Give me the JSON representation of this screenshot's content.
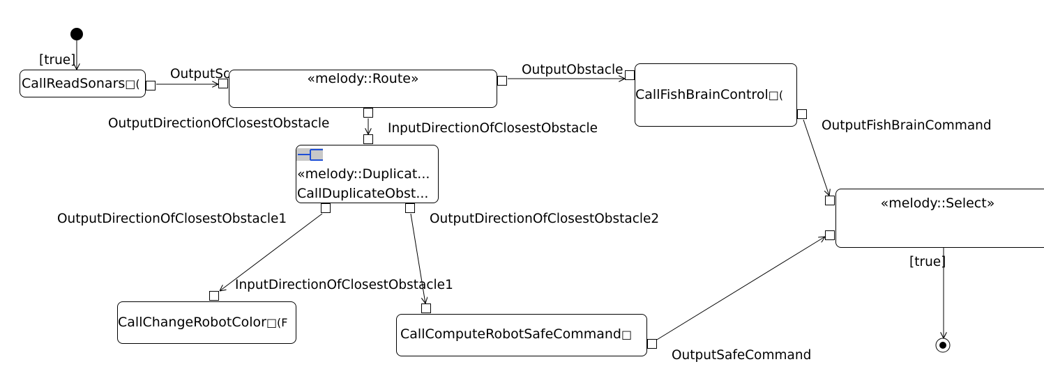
{
  "nodes": {
    "read_sonars": {
      "name": "CallReadSonars",
      "suffix": "□("
    },
    "route": {
      "stereotype": "«melody::Route»"
    },
    "fish_brain": {
      "name": "CallFishBrainControl",
      "suffix": "□("
    },
    "duplicate": {
      "stereotype": "«melody::Duplicat...",
      "name": "CallDuplicateObst..."
    },
    "select": {
      "stereotype": "«melody::Select»"
    },
    "change_color": {
      "name": "CallChangeRobotColor",
      "suffix": "□(F"
    },
    "safe_command": {
      "name": "CallComputeRobotSafeCommand",
      "suffix": "□"
    }
  },
  "labels": {
    "guard_true_top": "[true]",
    "output_sonar": "OutputSonarValues",
    "output_obstacle": "OutputObstacle",
    "output_direction": "OutputDirectionOfClosestObstacle",
    "input_direction": "InputDirectionOfClosestObstacle",
    "output_fish_brain_command": "OutputFishBrainCommand",
    "output_direction_1": "OutputDirectionOfClosestObstacle1",
    "output_direction_2": "OutputDirectionOfClosestObstacle2",
    "input_direction_1": "InputDirectionOfClosestObstacle1",
    "guard_true_bottom": "[true]",
    "output_safe_command": "OutputSafeCommand"
  },
  "colors": {
    "line": "#000000",
    "icon_blue": "#1f4fd6",
    "icon_bg": "#c8c8c8"
  }
}
